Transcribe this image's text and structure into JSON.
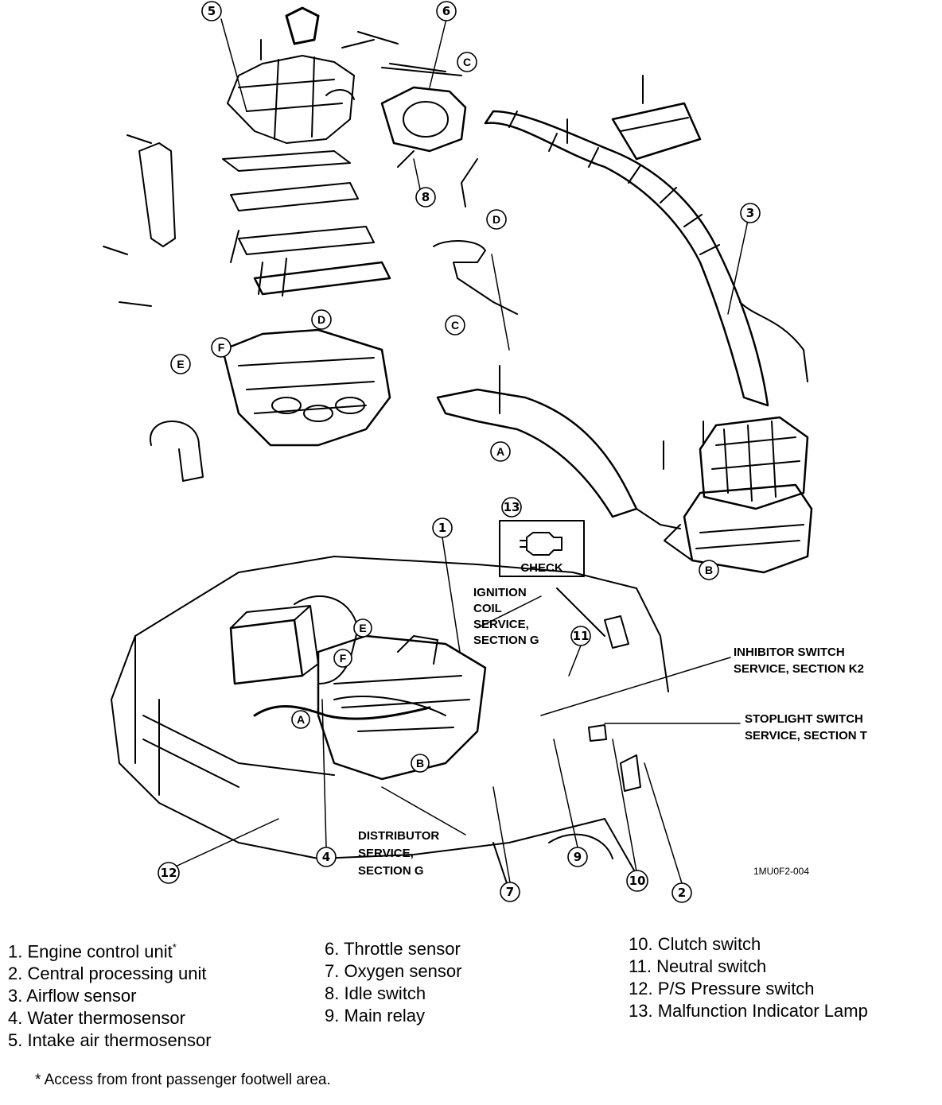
{
  "callouts": {
    "check": "CHECK",
    "ignition_coil": [
      "IGNITION",
      "COIL",
      "SERVICE,",
      "SECTION G"
    ],
    "inhibitor_switch": [
      "INHIBITOR SWITCH",
      "SERVICE, SECTION K2"
    ],
    "stoplight_switch": [
      "STOPLIGHT SWITCH",
      "SERVICE, SECTION T"
    ],
    "distributor": [
      "DISTRIBUTOR",
      "SERVICE,",
      "SECTION G"
    ],
    "figure_code": "1MU0F2-004"
  },
  "markers": {
    "n1": "1",
    "n2": "2",
    "n3": "3",
    "n4": "4",
    "n5": "5",
    "n6": "6",
    "n7": "7",
    "n8": "8",
    "n9": "9",
    "n10": "10",
    "n11": "11",
    "n12": "12",
    "n13": "13",
    "A": "A",
    "B": "B",
    "C": "C",
    "D": "D",
    "E": "E",
    "F": "F"
  },
  "legend": [
    {
      "label": "1. Engine control unit",
      "note": "*"
    },
    {
      "label": "2. Central processing unit"
    },
    {
      "label": "3. Airflow sensor"
    },
    {
      "label": "4. Water thermosensor"
    },
    {
      "label": "5. Intake air thermosensor"
    },
    {
      "label": "6. Throttle sensor"
    },
    {
      "label": "7. Oxygen sensor"
    },
    {
      "label": "8. Idle switch"
    },
    {
      "label": "9. Main relay"
    },
    {
      "label": "10. Clutch switch"
    },
    {
      "label": "11. Neutral switch"
    },
    {
      "label": "12. P/S Pressure switch"
    },
    {
      "label": "13. Malfunction Indicator Lamp"
    }
  ],
  "footnote": "* Access from front passenger footwell area."
}
